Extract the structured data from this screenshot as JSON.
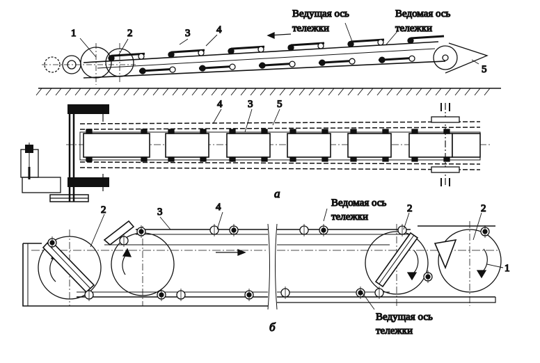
{
  "labels": {
    "driving_axle": "Ведущая ось",
    "driven_axle": "Ведомая ось",
    "cart": "тележки",
    "n1": "1",
    "n2": "2",
    "n3": "3",
    "n4": "4",
    "n5": "5"
  },
  "captions": {
    "a": "а",
    "b": "б"
  }
}
